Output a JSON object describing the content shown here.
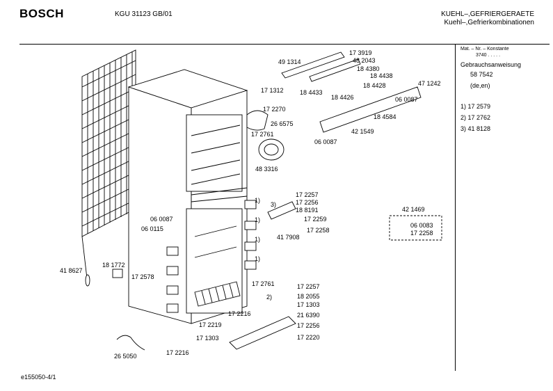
{
  "header": {
    "brand": "BOSCH",
    "model": "KGU 31123 GB/01",
    "title_line1": "KUEHL–,GEFRIERGERAETE",
    "title_line2": "Kuehl–,Gefrierkombinationen"
  },
  "sidebar": {
    "mat_line": "Mat. – Nr. – Konstante",
    "mat_value": "3740  .  .  .  .  .",
    "doc_label": "Gebrauchsanweisung",
    "doc_number": "58 7542",
    "doc_lang": "(de,en)",
    "notes": [
      "1) 17 2579",
      "2) 17 2762",
      "3) 41 8128"
    ]
  },
  "parts": {
    "p491314": "49 1314",
    "p173919": "17 3919",
    "p482043": "48 2043",
    "p184380": "18 4380",
    "p184438": "18 4438",
    "p184433": "18 4433",
    "p184428": "18 4428",
    "p184426": "18 4426",
    "p471242": "47 1242",
    "p060087a": "06 0087",
    "p171312": "17 1312",
    "p172270": "17 2270",
    "p266575": "26 6575",
    "p184584": "18 4584",
    "p172761a": "17 2761",
    "p421549": "42 1549",
    "p060087b": "06 0087",
    "p483316": "48 3316",
    "p172257a": "17 2257",
    "p172256a": "17 2256",
    "p188191": "18 8191",
    "p172259": "17 2259",
    "p172258a": "17 2258",
    "p060087c": "06 0087",
    "p060115": "06 0115",
    "p417908": "41 7908",
    "p421469": "42 1469",
    "p060083": "06 0083",
    "p172258b": "17 2258",
    "p418627": "41 8627",
    "p181772": "18 1772",
    "p172578": "17 2578",
    "p172761b": "17 2761",
    "p172257b": "17 2257",
    "p182055": "18 2055",
    "p171303a": "17 1303",
    "p216390": "21 6390",
    "p172216a": "17 2216",
    "p172219": "17 2219",
    "p172256b": "17 2256",
    "p171303b": "17 1303",
    "p172220": "17 2220",
    "p265050": "26 5050",
    "p172216b": "17 2216"
  },
  "markers": {
    "m1": "1)",
    "m2": "1)",
    "m3": "1)",
    "m4": "1)",
    "m5": "3)",
    "m6": "2)"
  },
  "footer": {
    "code": "e155050-4/1"
  }
}
